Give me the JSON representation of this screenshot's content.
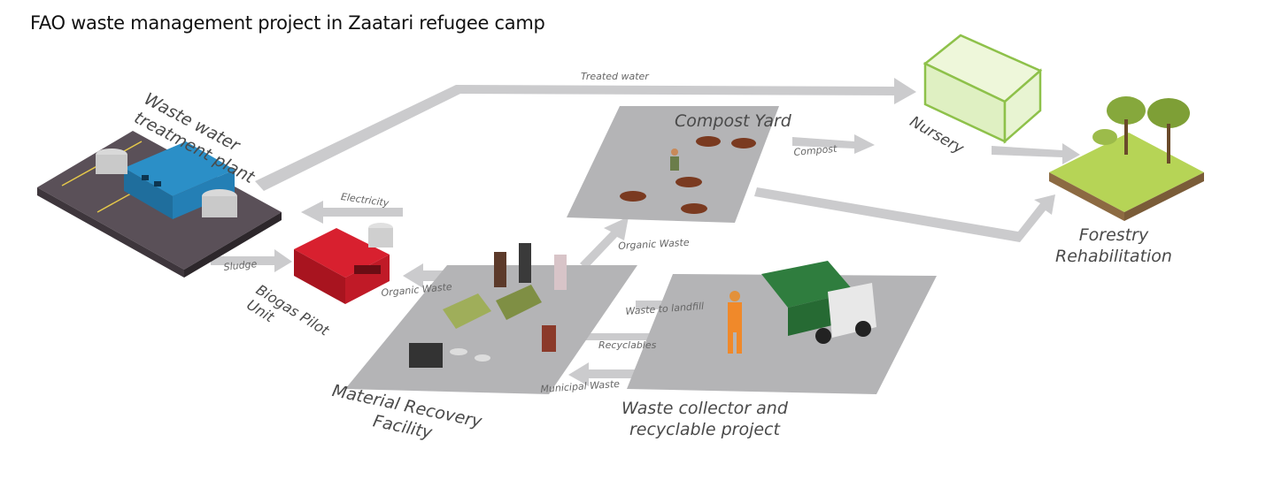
{
  "title": "FAO waste management project in Zaatari refugee camp",
  "nodes": {
    "wastewater": "Waste water\ntreatment plant",
    "biogas": "Biogas Pilot\nUnit",
    "mrf": "Material Recovery\nFacility",
    "compost": "Compost Yard",
    "nursery": "Nursery",
    "forestry": "Forestry\nRehabilitation",
    "collector": "Waste collector and\nrecyclable project"
  },
  "flows": {
    "treated_water": "Treated water",
    "electricity": "Electricity",
    "sludge": "Sludge",
    "organic_waste_biogas": "Organic Waste",
    "organic_waste_compost": "Organic Waste",
    "compost": "Compost",
    "waste_to_landfill": "Waste to landfill",
    "recyclables": "Recyclables",
    "municipal_waste": "Municipal Waste"
  },
  "colors": {
    "arrow": "#c9c9cb",
    "platform": "#b4b4b6",
    "plant_blue": "#2b8fc7",
    "biogas_red": "#d8202f",
    "truck_green": "#2f7d3e",
    "grass": "#b6d456",
    "soil": "#8a4a2b"
  }
}
